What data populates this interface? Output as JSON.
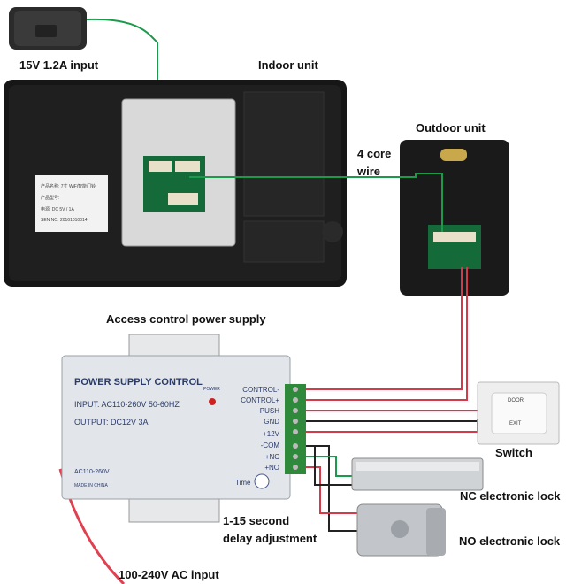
{
  "labels": {
    "adapter_input": "15V 1.2A input",
    "indoor_unit": "Indoor unit",
    "outdoor_unit": "Outdoor unit",
    "wire_line1": "4 core",
    "wire_line2": "wire",
    "access_psu": "Access control power supply",
    "switch": "Switch",
    "nc_lock": "NC electronic lock",
    "no_lock": "NO electronic lock",
    "delay_line1": "1-15 second",
    "delay_line2": "delay adjustment",
    "ac_input": "100-240V AC input"
  },
  "indoor_sticker": {
    "line1": "产品名称: 7寸 WiFi智能门铃",
    "line2": "产品型号:",
    "line3": "电源:     DC 5V / 1A",
    "line4": "SEN NO: 20161010014"
  },
  "psu": {
    "title": "POWER SUPPLY CONTROL",
    "input": "INPUT: AC110-260V 50-60HZ",
    "output": "OUTPUT: DC12V  3A",
    "power_label": "POWER",
    "ac_label": "AC110-260V",
    "made_in": "MADE IN CHINA",
    "time_label": "Time",
    "terminals": [
      "CONTROL-",
      "CONTROL+",
      "PUSH",
      "GND",
      "+12V",
      "-COM",
      "+NC",
      "+NO"
    ]
  },
  "exit_button": {
    "top_text": "DOOR",
    "bottom_text": "EXIT"
  },
  "colors": {
    "green_wire": "#1a9a4a",
    "red_wire": "#d43a4a",
    "black_wire": "#222222",
    "psu_body": "#e2e6ea",
    "terminal_block": "#2e8a3a"
  }
}
